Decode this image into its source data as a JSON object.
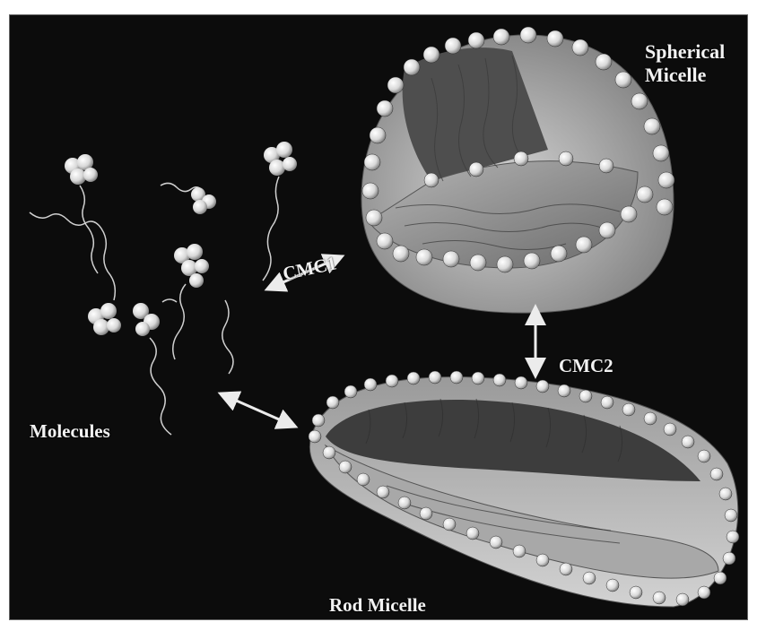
{
  "labels": {
    "spherical_line1": "Spherical",
    "spherical_line2": "Micelle",
    "molecules": "Molecules",
    "rod_micelle": "Rod Micelle",
    "cmc1": "CMC1",
    "cmc2": "CMC2"
  },
  "colors": {
    "background": "#0c0c0c",
    "micelle_surface": "#bdbdbd",
    "micelle_interior": "#8f8f8f",
    "head_group": "#e6e6e6",
    "chain": "#cfcfcf",
    "label_text": "#f2f2f2"
  },
  "icons": [
    "double-arrow-icon",
    "surfactant-molecule-icon"
  ]
}
